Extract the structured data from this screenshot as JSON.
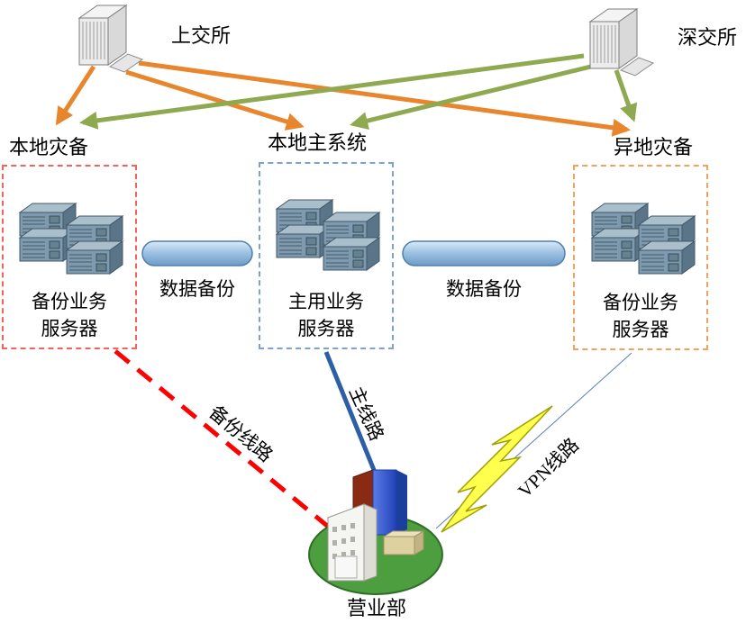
{
  "diagram": {
    "exchanges": [
      {
        "id": "sse",
        "label": "上交所"
      },
      {
        "id": "szse",
        "label": "深交所"
      }
    ],
    "sites": [
      {
        "id": "local-dr",
        "title": "本地灾备",
        "server_label": "备份业务服务器"
      },
      {
        "id": "local-main",
        "title": "本地主系统",
        "server_label": "主用业务服务器"
      },
      {
        "id": "remote-dr",
        "title": "异地灾备",
        "server_label": "备份业务服务器"
      }
    ],
    "pipes": [
      {
        "label": "数据备份"
      },
      {
        "label": "数据备份"
      }
    ],
    "links": [
      {
        "id": "backup-line",
        "label": "备份线路",
        "style": "dashed"
      },
      {
        "id": "main-line",
        "label": "主线路",
        "style": "solid"
      },
      {
        "id": "vpn-line",
        "label": "VPN线路",
        "style": "lightning"
      }
    ],
    "branch": {
      "label": "营业部"
    },
    "colors": {
      "sse_arrow": "#e8862d",
      "szse_arrow": "#8ea950",
      "local_dr_border": "#f2635c",
      "local_main_border": "#7ba3cc",
      "remote_dr_border": "#f2a25c",
      "backup_line": "#ff0000",
      "main_line": "#2d5fa6",
      "vpn_bolt": "#ffff4d",
      "campus_green": "#4d9e3f"
    }
  }
}
